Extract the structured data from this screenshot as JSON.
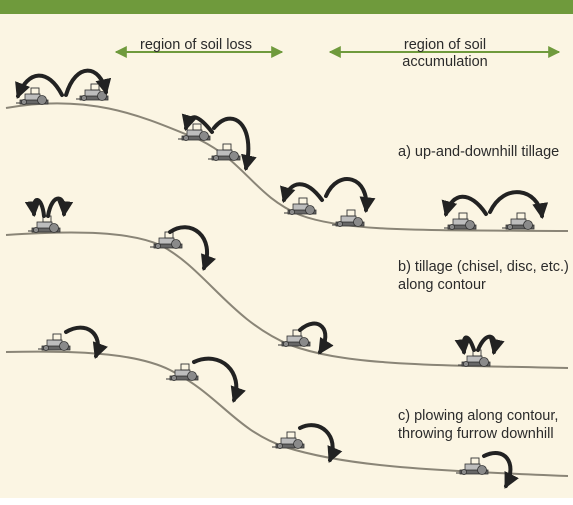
{
  "header": {
    "region_soil_loss": "region of soil loss",
    "region_soil_accumulation_line1": "region of soil",
    "region_soil_accumulation_line2": "accumulation"
  },
  "panels": {
    "a": {
      "label": "a) up-and-downhill tillage"
    },
    "b": {
      "label_line1": "b) tillage (chisel, disc, etc.)",
      "label_line2": "along contour"
    },
    "c": {
      "label_line1": "c) plowing along contour,",
      "label_line2": "throwing furrow downhill"
    }
  },
  "colors": {
    "background": "#fbf5e3",
    "top_bar": "#6f9a3c",
    "range_arrow": "#6f9a3c",
    "ground": "#8a8577",
    "tractor": "#555555",
    "soil_arrow": "#222222"
  },
  "icons": [
    "tractor-icon",
    "soil-movement-arrow-icon",
    "range-arrow-icon"
  ]
}
